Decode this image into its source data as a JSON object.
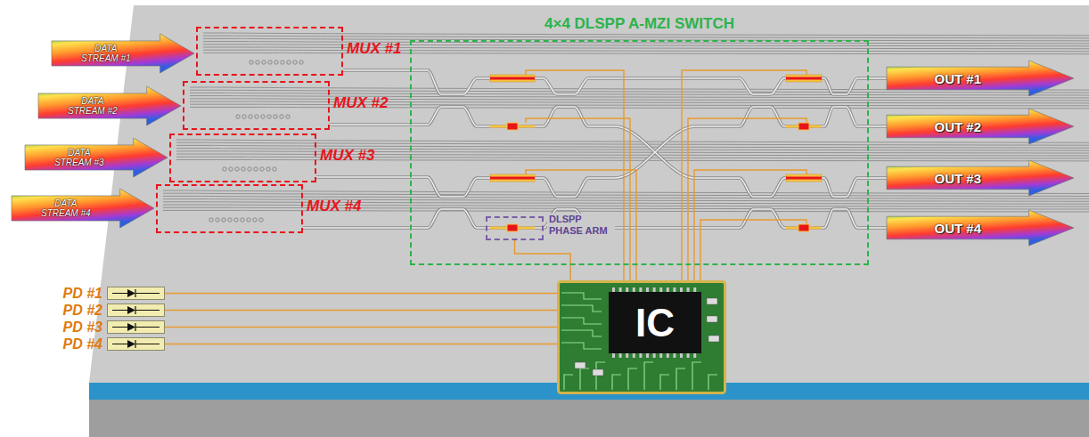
{
  "diagram": {
    "nodes": [
      {
        "text": [
          "DATA STREAM #1"
        ]
      },
      {
        "text": [
          "DATA STREAM #2"
        ]
      },
      {
        "text": [
          "DATA STREAM #3"
        ]
      },
      {
        "text": [
          "DATA STREAM #4"
        ]
      },
      {
        "text": [
          "MUX #1"
        ]
      },
      {
        "text": [
          "MUX #2"
        ]
      },
      {
        "text": [
          "MUX #3"
        ]
      },
      {
        "text": [
          "MUX #4"
        ]
      },
      {
        "text": [
          "4×4 DLSPP A-MZI SWITCH"
        ]
      },
      {
        "text": [
          "DLSPP PHASE ARM"
        ],
        "in": 8
      },
      {
        "text": [
          "OUT #1"
        ]
      },
      {
        "text": [
          "OUT #2"
        ]
      },
      {
        "text": [
          "OUT #3"
        ]
      },
      {
        "text": [
          "OUT #4"
        ]
      },
      {
        "text": [
          "PD #1"
        ]
      },
      {
        "text": [
          "PD #2"
        ]
      },
      {
        "text": [
          "PD #3"
        ]
      },
      {
        "text": [
          "PD #4"
        ]
      },
      {
        "text": [
          "IC"
        ]
      }
    ],
    "edges": [
      {
        "from": 4,
        "to": 8,
        "arrow": "none"
      },
      {
        "from": 5,
        "to": 8,
        "arrow": "none"
      },
      {
        "from": 6,
        "to": 8,
        "arrow": "none"
      },
      {
        "from": 7,
        "to": 8,
        "arrow": "none"
      },
      {
        "from": 8,
        "to": 10,
        "arrow": "none"
      },
      {
        "from": 8,
        "to": 11,
        "arrow": "none"
      },
      {
        "from": 8,
        "to": 12,
        "arrow": "none"
      },
      {
        "from": 8,
        "to": 13,
        "arrow": "none"
      },
      {
        "from": 14,
        "to": 18,
        "arrow": "none"
      },
      {
        "from": 15,
        "to": 18,
        "arrow": "none"
      },
      {
        "from": 16,
        "to": 18,
        "arrow": "none"
      },
      {
        "from": 17,
        "to": 18,
        "arrow": "none"
      },
      {
        "from": 18,
        "to": 9,
        "arrow": "none"
      }
    ]
  }
}
